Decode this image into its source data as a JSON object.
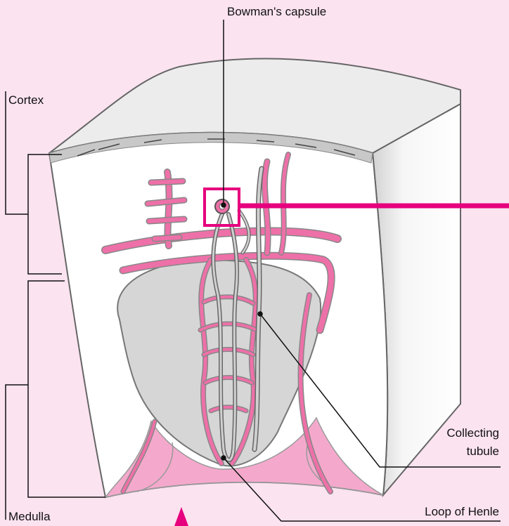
{
  "labels": {
    "bowman": "Bowman's capsule",
    "cortex": "Cortex",
    "medulla": "Medulla",
    "collecting_line1": "Collecting",
    "collecting_line2": "tubule",
    "loop": "Loop of Henle"
  },
  "colors": {
    "background": "#fbe3f0",
    "vessel": "#ee70a8",
    "highlight": "#e6007e",
    "tubule": "#bdbdbd",
    "block_side": "#e6e6e6",
    "block_top": "#ededed"
  }
}
